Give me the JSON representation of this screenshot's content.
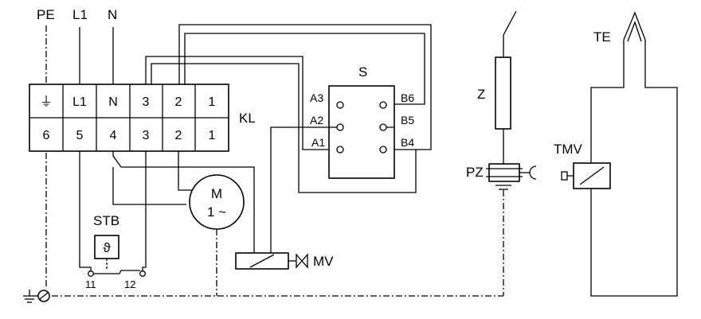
{
  "supply": {
    "pe": "PE",
    "l1": "L1",
    "n": "N"
  },
  "terminal_block": {
    "label": "KL",
    "top_row": [
      "⏚",
      "L1",
      "N",
      "3",
      "2",
      "1"
    ],
    "bottom_row": [
      "6",
      "5",
      "4",
      "3",
      "2",
      "1"
    ]
  },
  "switch_unit": {
    "label": "S",
    "left_pins": [
      "A3",
      "A2",
      "A1"
    ],
    "right_pins": [
      "B6",
      "B5",
      "B4"
    ]
  },
  "motor": {
    "line1": "M",
    "line2": "1 ~"
  },
  "thermostat": {
    "label": "STB",
    "symbol": "ϑ",
    "contact_left": "11",
    "contact_right": "12"
  },
  "valve": {
    "label": "MV"
  },
  "ignition": {
    "electrode_label": "Z",
    "burner_label": "PZ"
  },
  "thermo_valve": {
    "label": "TMV"
  },
  "sensor": {
    "label": "TE"
  }
}
